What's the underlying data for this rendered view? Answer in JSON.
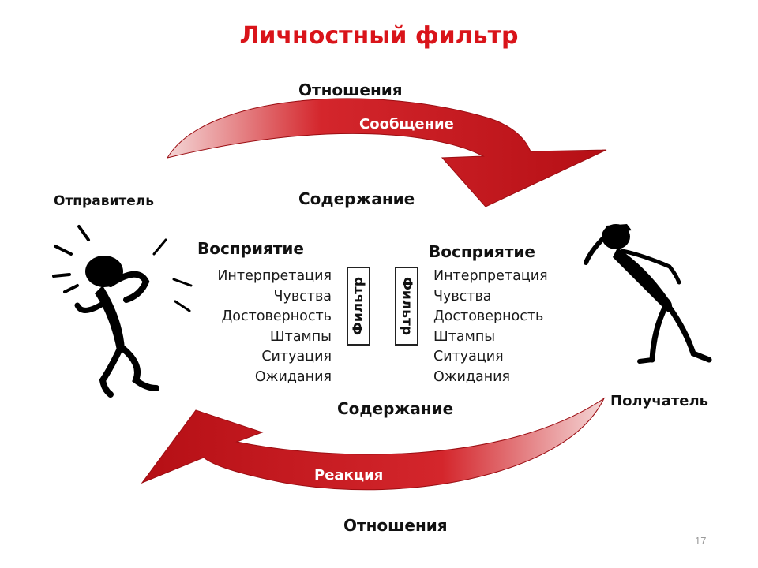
{
  "title": "Личностный фильтр",
  "top": {
    "relations": "Отношения",
    "message": "Сообщение",
    "content": "Содержание"
  },
  "bottom": {
    "content": "Содержание",
    "reaction": "Реакция",
    "relations": "Отношения"
  },
  "sender": {
    "label": "Отправитель",
    "perception": "Восприятие",
    "items": [
      "Интерпретация",
      "Чувства",
      "Достоверность",
      "Штампы",
      "Ситуация",
      "Ожидания"
    ]
  },
  "receiver": {
    "label": "Получатель",
    "perception": "Восприятие",
    "items": [
      "Интерпретация",
      "Чувства",
      "Достоверность",
      "Штампы",
      "Ситуация",
      "Ожидания"
    ]
  },
  "filter_label_left": "Фильтр",
  "filter_label_right": "Фильтр",
  "page_number": "17",
  "colors": {
    "title": "#d9141a",
    "arrow": "#c8141a",
    "arrow_dark": "#8e0c10"
  }
}
